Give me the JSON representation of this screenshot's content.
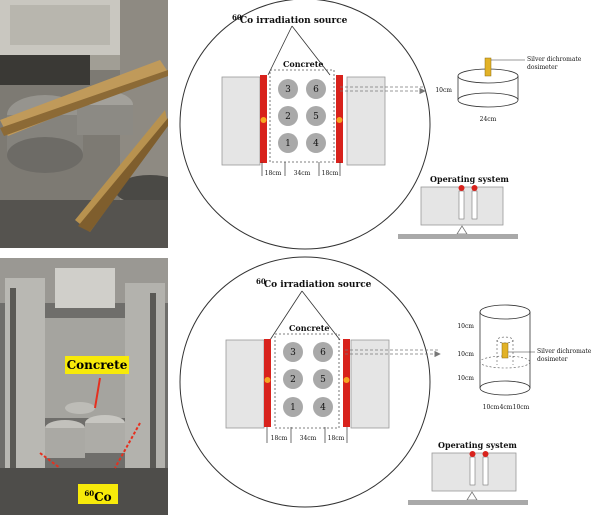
{
  "top_diagram": {
    "source_label_pre": "60",
    "source_label": "Co irradiation source",
    "concrete_label": "Concrete",
    "samples": [
      "3",
      "6",
      "2",
      "5",
      "1",
      "4"
    ],
    "dims": [
      "18cm",
      "34cm",
      "18cm"
    ],
    "dosimeter_label_1": "Silver dichromate",
    "dosimeter_label_2": "dosimeter",
    "height": "10cm",
    "diameter": "24cm",
    "operating_system": "Operating system"
  },
  "bottom_diagram": {
    "source_label_pre": "60",
    "source_label": "Co irradiation source",
    "concrete_label": "Concrete",
    "samples": [
      "3",
      "6",
      "2",
      "5",
      "1",
      "4"
    ],
    "dims": [
      "18cm",
      "34cm",
      "18cm"
    ],
    "dosimeter_label_1": "Silver dichromate",
    "dosimeter_label_2": "dosimeter",
    "heights": [
      "10cm",
      "10cm",
      "10cm"
    ],
    "widths": [
      "10cm",
      "4cm",
      "10cm"
    ],
    "operating_system": "Operating system"
  },
  "photo_labels": {
    "concrete": "Concrete",
    "co_pre": "60",
    "co": "Co"
  },
  "colors": {
    "source_red": "#d8221c",
    "highlight_yellow": "#f5e600",
    "dosimeter_gold": "#e2b227"
  }
}
